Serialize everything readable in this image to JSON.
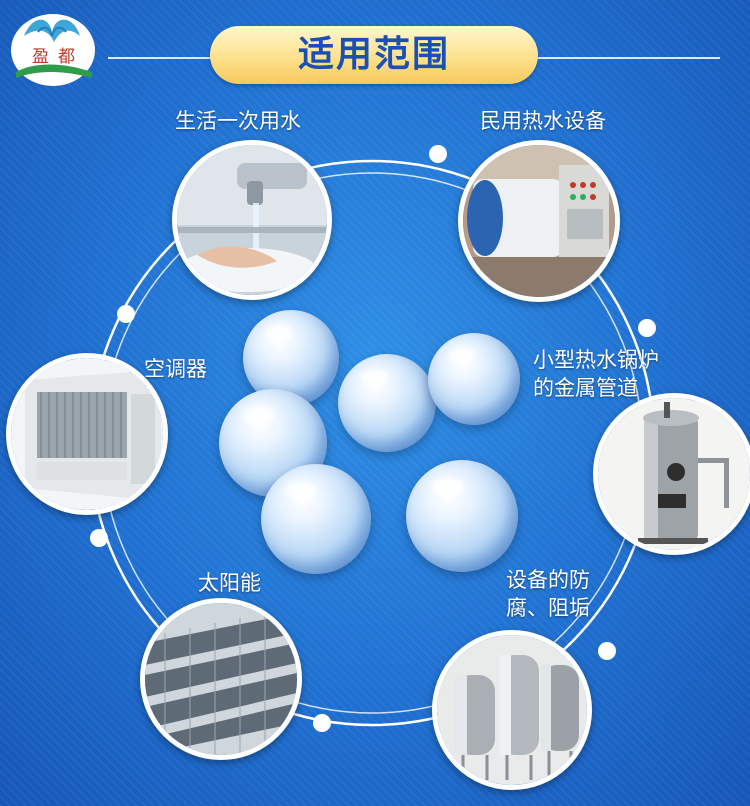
{
  "header": {
    "title": "适用范围",
    "logo_text": [
      "盈",
      "都"
    ]
  },
  "applications": {
    "domestic_water": "生活一次用水",
    "civil_hot_water": "民用热水设备",
    "air_conditioner": "空调器",
    "small_boiler_line1": "小型热水锅炉",
    "small_boiler_line2": "的金属管道",
    "solar": "太阳能",
    "anti_corrosion_line1": "设备的防",
    "anti_corrosion_line2": "腐、阻垢"
  },
  "colors": {
    "background": "#1f6fd0",
    "title_pill": "#fde18c",
    "title_text": "#1a4fb3",
    "ring": "#ffffff"
  }
}
